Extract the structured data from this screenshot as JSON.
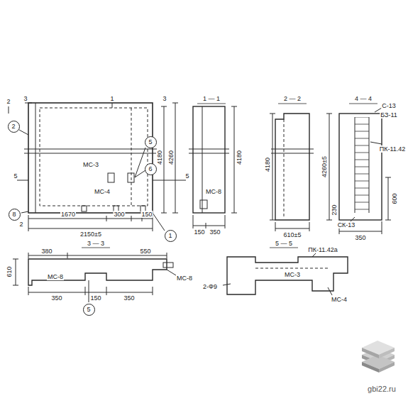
{
  "diagram": {
    "nodes": [
      {
        "text": [
          "2"
        ]
      },
      {
        "text": [
          "5"
        ]
      },
      {
        "text": [
          "6"
        ]
      },
      {
        "text": [
          "8"
        ]
      },
      {
        "text": [
          "1"
        ]
      },
      {
        "text": [
          "5"
        ]
      }
    ],
    "labels": [
      "1 — 1",
      "2 — 2",
      "4 — 4",
      "3 — 3",
      "5 — 5",
      "2",
      "3",
      "1",
      "3",
      "5",
      "5",
      "2",
      "4180",
      "4260",
      "1670",
      "300",
      "150",
      "2150±5",
      "4180",
      "150",
      "350",
      "4180",
      "610±5",
      "4260±5",
      "350",
      "600",
      "230",
      "МС-3",
      "МС-4",
      "МС-8",
      "С-13",
      "БЗ-11",
      "ПК-11.42",
      "СК-13",
      "380",
      "550",
      "610",
      "350",
      "150",
      "350",
      "МС-8",
      "МС-8",
      "ПК-11.42а",
      "МС-3",
      "МС-4",
      "2-Ф9",
      "gbi22.ru"
    ]
  }
}
